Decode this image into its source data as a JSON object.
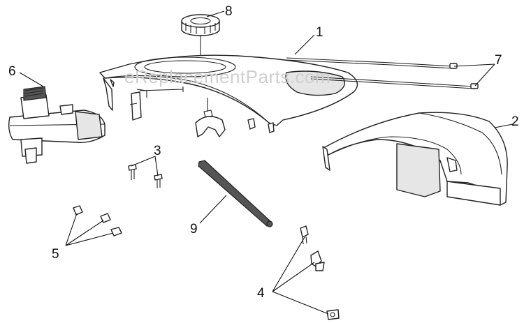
{
  "watermark": "eReplacementParts.com",
  "callouts": [
    {
      "key": "1",
      "label": "1"
    },
    {
      "key": "2",
      "label": "2"
    },
    {
      "key": "3",
      "label": "3"
    },
    {
      "key": "4",
      "label": "4"
    },
    {
      "key": "5",
      "label": "5"
    },
    {
      "key": "6",
      "label": "6"
    },
    {
      "key": "7",
      "label": "7"
    },
    {
      "key": "8",
      "label": "8"
    },
    {
      "key": "9",
      "label": "9"
    }
  ],
  "colors": {
    "line": "#222222",
    "background": "#ffffff",
    "watermark": "#cfcfcf"
  }
}
